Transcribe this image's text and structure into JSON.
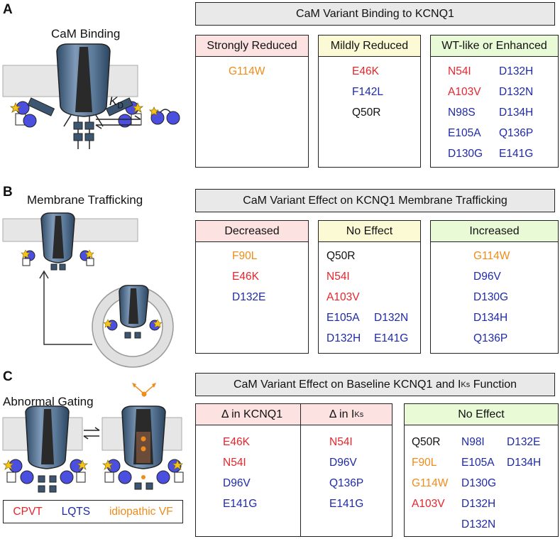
{
  "colors": {
    "red": "#e8242b",
    "blue": "#1e2aa8",
    "orange": "#ef8c1a",
    "black": "#111111",
    "pink": "#fde2e2",
    "yellow": "#fcfad4",
    "green": "#e9fad6"
  },
  "panelA": {
    "letter": "A",
    "illustration_title": "CaM Binding",
    "kd_symbol": "K",
    "kd_subscript": "D",
    "header": "CaM Variant Binding to KCNQ1",
    "columns": [
      {
        "title": "Strongly Reduced",
        "items": [
          {
            "label": "G114W",
            "color": "orange"
          }
        ]
      },
      {
        "title": "Mildly Reduced",
        "items": [
          {
            "label": "E46K",
            "color": "red"
          },
          {
            "label": "F142L",
            "color": "blue"
          },
          {
            "label": "Q50R",
            "color": "black"
          }
        ]
      },
      {
        "title": "WT-like or Enhanced",
        "items": [
          {
            "label": "N54I",
            "color": "red"
          },
          {
            "label": "A103V",
            "color": "red"
          },
          {
            "label": "N98S",
            "color": "blue"
          },
          {
            "label": "E105A",
            "color": "blue"
          },
          {
            "label": "D130G",
            "color": "blue"
          },
          {
            "label": "D132H",
            "color": "blue"
          },
          {
            "label": "D132N",
            "color": "blue"
          },
          {
            "label": "D134H",
            "color": "blue"
          },
          {
            "label": "Q136P",
            "color": "blue"
          },
          {
            "label": "E141G",
            "color": "blue"
          }
        ]
      }
    ]
  },
  "panelB": {
    "letter": "B",
    "illustration_title": "Membrane Trafficking",
    "header": "CaM Variant Effect on KCNQ1 Membrane Trafficking",
    "columns": [
      {
        "title": "Decreased",
        "items": [
          {
            "label": "F90L",
            "color": "orange"
          },
          {
            "label": "E46K",
            "color": "red"
          },
          {
            "label": "D132E",
            "color": "blue"
          }
        ]
      },
      {
        "title": "No Effect",
        "items": [
          {
            "label": "Q50R",
            "color": "black"
          },
          {
            "label": "N54I",
            "color": "red"
          },
          {
            "label": "A103V",
            "color": "red"
          },
          {
            "label": "E105A",
            "color": "blue"
          },
          {
            "label": "D132N",
            "color": "blue"
          },
          {
            "label": "D132H",
            "color": "blue"
          },
          {
            "label": "E141G",
            "color": "blue"
          }
        ]
      },
      {
        "title": "Increased",
        "items": [
          {
            "label": "G114W",
            "color": "orange"
          },
          {
            "label": "D96V",
            "color": "blue"
          },
          {
            "label": "D130G",
            "color": "blue"
          },
          {
            "label": "D134H",
            "color": "blue"
          },
          {
            "label": "Q136P",
            "color": "blue"
          }
        ]
      }
    ]
  },
  "panelC": {
    "letter": "C",
    "illustration_title": "Abnormal Gating",
    "header_main": "CaM Variant Effect on Baseline KCNQ1 and I",
    "header_sub": "Ks",
    "header_end": " Function",
    "columns": [
      {
        "title": "Δ in KCNQ1",
        "items": [
          {
            "label": "E46K",
            "color": "red"
          },
          {
            "label": "N54I",
            "color": "red"
          },
          {
            "label": "D96V",
            "color": "blue"
          },
          {
            "label": "E141G",
            "color": "blue"
          }
        ]
      },
      {
        "title_main": "Δ in I",
        "title_sub": "Ks",
        "items": [
          {
            "label": "N54I",
            "color": "red"
          },
          {
            "label": "D96V",
            "color": "blue"
          },
          {
            "label": "Q136P",
            "color": "blue"
          },
          {
            "label": "E141G",
            "color": "blue"
          }
        ]
      },
      {
        "title": "No Effect",
        "items": [
          {
            "label": "Q50R",
            "color": "black"
          },
          {
            "label": "F90L",
            "color": "orange"
          },
          {
            "label": "G114W",
            "color": "orange"
          },
          {
            "label": "A103V",
            "color": "red"
          },
          {
            "label": "N98I",
            "color": "blue"
          },
          {
            "label": "E105A",
            "color": "blue"
          },
          {
            "label": "D130G",
            "color": "blue"
          },
          {
            "label": "D132H",
            "color": "blue"
          },
          {
            "label": "D132N",
            "color": "blue"
          },
          {
            "label": "D132E",
            "color": "blue"
          },
          {
            "label": "D134H",
            "color": "blue"
          }
        ]
      }
    ]
  },
  "legend": [
    {
      "label": "CPVT",
      "color": "red"
    },
    {
      "label": "LQTS",
      "color": "blue"
    },
    {
      "label": "idiopathic VF",
      "color": "orange"
    }
  ]
}
